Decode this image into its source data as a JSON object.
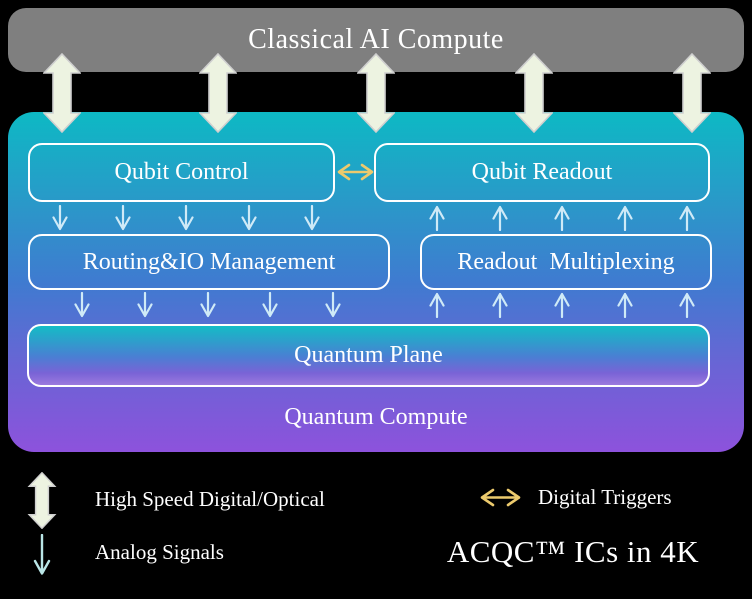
{
  "classical": {
    "title": "Classical AI Compute"
  },
  "quantum": {
    "container_label": "Quantum Compute",
    "qubit_control": "Qubit Control",
    "qubit_readout": "Qubit Readout",
    "routing_io": "Routing&IO Management",
    "readout_multiplexing": "Readout  Multiplexing",
    "quantum_plane": "Quantum Plane"
  },
  "legend": {
    "high_speed_label": "High Speed Digital/Optical",
    "analog_label": "Analog Signals",
    "digital_triggers_label": "Digital Triggers",
    "branding": "ACQC™ ICs in 4K"
  },
  "icons": {
    "block_arrow": "bidirectional-block-arrow",
    "analog_arrow": "thin-down-arrow",
    "trigger_arrow": "gold-double-horizontal-arrow",
    "flow_down_arrow": "down-arrow",
    "flow_up_arrow": "up-arrow"
  },
  "colors": {
    "background": "#000000",
    "classical_box": "#7f7f7f",
    "gradient_top": "#0db9c4",
    "gradient_middle": "#3f7bd0",
    "gradient_bottom": "#8d52dc",
    "plane_gradient_top": "#14bcc6",
    "plane_gradient_bottom": "#9b7ade",
    "block_arrow_fill": "#edf3e1",
    "block_arrow_edge": "#cfcfcf",
    "gold_arrow": "#ecca6d",
    "signal_arrow": "#cfeaf7",
    "legend_analog_arrow": "#b9e5e6",
    "text": "#ffffff"
  }
}
